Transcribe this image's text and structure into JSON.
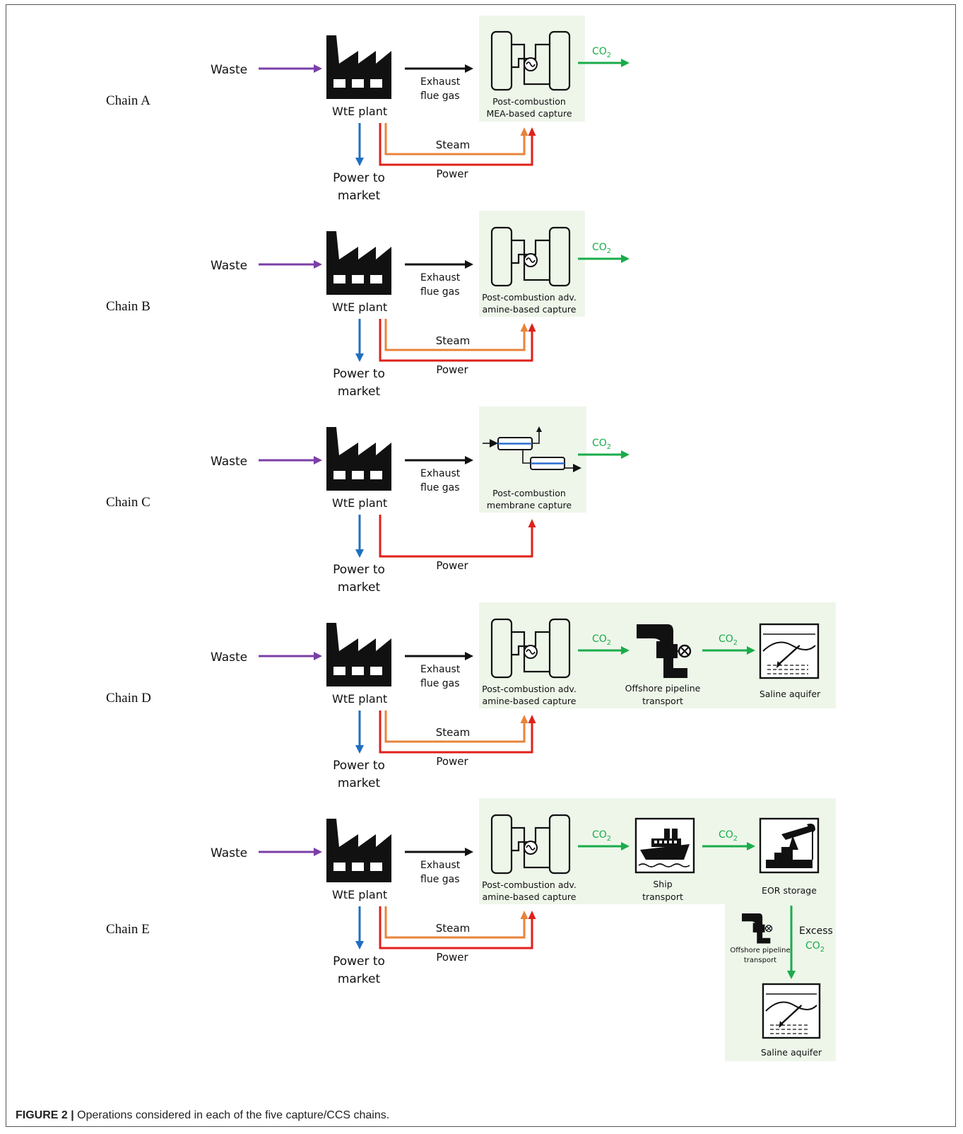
{
  "caption": {
    "label": "FIGURE 2 |",
    "text": "Operations considered in each of the five capture/CCS chains."
  },
  "colors": {
    "waste": "#7b3fa8",
    "power_market": "#1f6fbf",
    "steam": "#e8833a",
    "power": "#e0201b",
    "co2": "#1aac4a",
    "panel": "#eef6ea"
  },
  "labels": {
    "waste": "Waste",
    "wte": "WtE plant",
    "exhaust1": "Exhaust",
    "exhaust2": "flue gas",
    "steam": "Steam",
    "power": "Power",
    "power_to1": "Power to",
    "power_to2": "market",
    "co2": "CO",
    "co2_sub": "2"
  },
  "chains": [
    {
      "name": "Chain A",
      "capture1": "Post-combustion",
      "capture2": "MEA-based capture"
    },
    {
      "name": "Chain B",
      "capture1": "Post-combustion adv.",
      "capture2": "amine-based capture"
    },
    {
      "name": "Chain C",
      "capture1": "Post-combustion",
      "capture2": "membrane capture"
    },
    {
      "name": "Chain D",
      "capture1": "Post-combustion adv.",
      "capture2": "amine-based capture",
      "transport1": "Offshore pipeline",
      "transport2": "transport",
      "storage": "Saline aquifer"
    },
    {
      "name": "Chain E",
      "capture1": "Post-combustion adv.",
      "capture2": "amine-based capture",
      "transport1": "Ship",
      "transport2": "transport",
      "storage": "EOR storage",
      "excess1": "Excess",
      "excess2": "CO",
      "excess_sub": "2",
      "pipe1": "Offshore pipeline",
      "pipe2": "transport",
      "storage2": "Saline aquifer"
    }
  ],
  "icons": [
    "factory-icon",
    "absorber-stripper-icon",
    "membrane-icon",
    "pipeline-icon",
    "saline-aquifer-icon",
    "ship-icon",
    "oil-pump-icon"
  ]
}
